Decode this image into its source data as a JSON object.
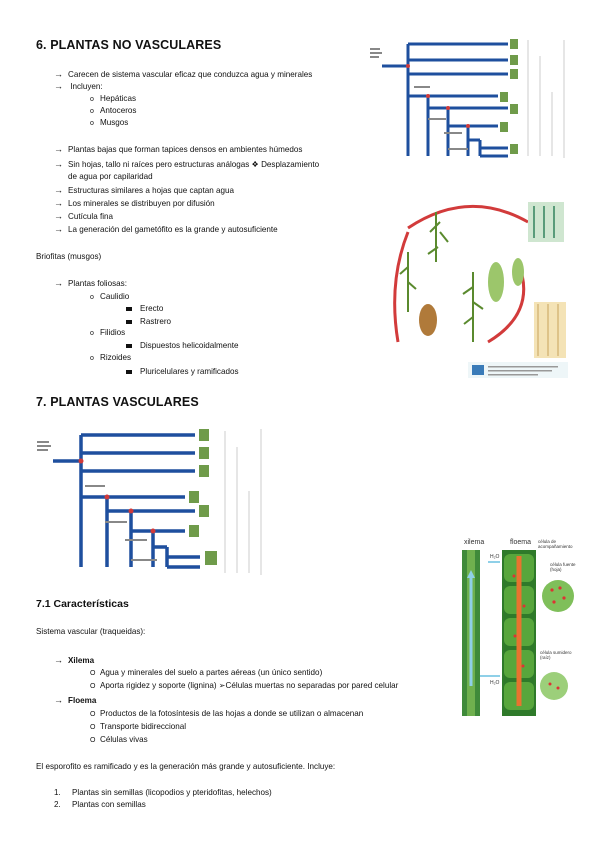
{
  "s6": {
    "title": "6. PLANTAS NO VASCULARES",
    "l1": "Carecen de sistema vascular eficaz que conduzca agua y minerales",
    "l2": "Incluyen:",
    "sub": [
      "Hepáticas",
      "Antoceros",
      "Musgos"
    ],
    "l3": "Plantas bajas que forman tapices densos en ambientes húmedos",
    "l4a": "Sin hojas, tallo ni raíces pero estructuras análogas ❖ Desplazamiento",
    "l4b": "de agua por capilaridad",
    "l5": "Estructuras similares a hojas que captan agua",
    "l6": "Los minerales se distribuyen por difusión",
    "l7": "Cutícula fina",
    "l8": "La generación del gametófito es la grande y autosuficiente",
    "brio": "Briofitas (musgos)",
    "foliosas": "Plantas foliosas:",
    "caulidio": "Caulidio",
    "erecto": "Erecto",
    "rastrero": "Rastrero",
    "filidios": "Filidios",
    "helic": "Dispuestos helicoidalmente",
    "rizoides": "Rizoides",
    "pluri": "Pluricelulares y ramificados"
  },
  "s7": {
    "title": "7. PLANTAS VASCULARES",
    "sub": "7.1 Características",
    "sv": "Sistema vascular (traqueidas):",
    "xilema": "Xilema",
    "x1": "Agua y minerales del suelo a partes aéreas (un único sentido)",
    "x2": "Aporta rigidez y soporte (lignina) ➢Células muertas no separadas por pared celular",
    "floema": "Floema",
    "f1": "Productos de la fotosíntesis de las hojas a donde se utilizan o almacenan",
    "f2": "Transporte bidireccional",
    "f3": "Células vivas",
    "espor": "El esporofito es ramificado y es la generación más grande y autosuficiente. Incluye:",
    "n1": "Plantas sin semillas (licopodios y pteridofitas, helechos)",
    "n2": "Plantas con semillas",
    "num1": "1.",
    "num2": "2."
  },
  "fig_vasc": {
    "xilema": "xilema",
    "floema": "floema",
    "h2o": "H₂O",
    "acomp1": "célula de",
    "acomp2": "acompañamiento",
    "fuente1": "célula fuente",
    "fuente2": "(hoja)",
    "sumidero1": "célula sumidero",
    "sumidero2": "(raíz)"
  }
}
